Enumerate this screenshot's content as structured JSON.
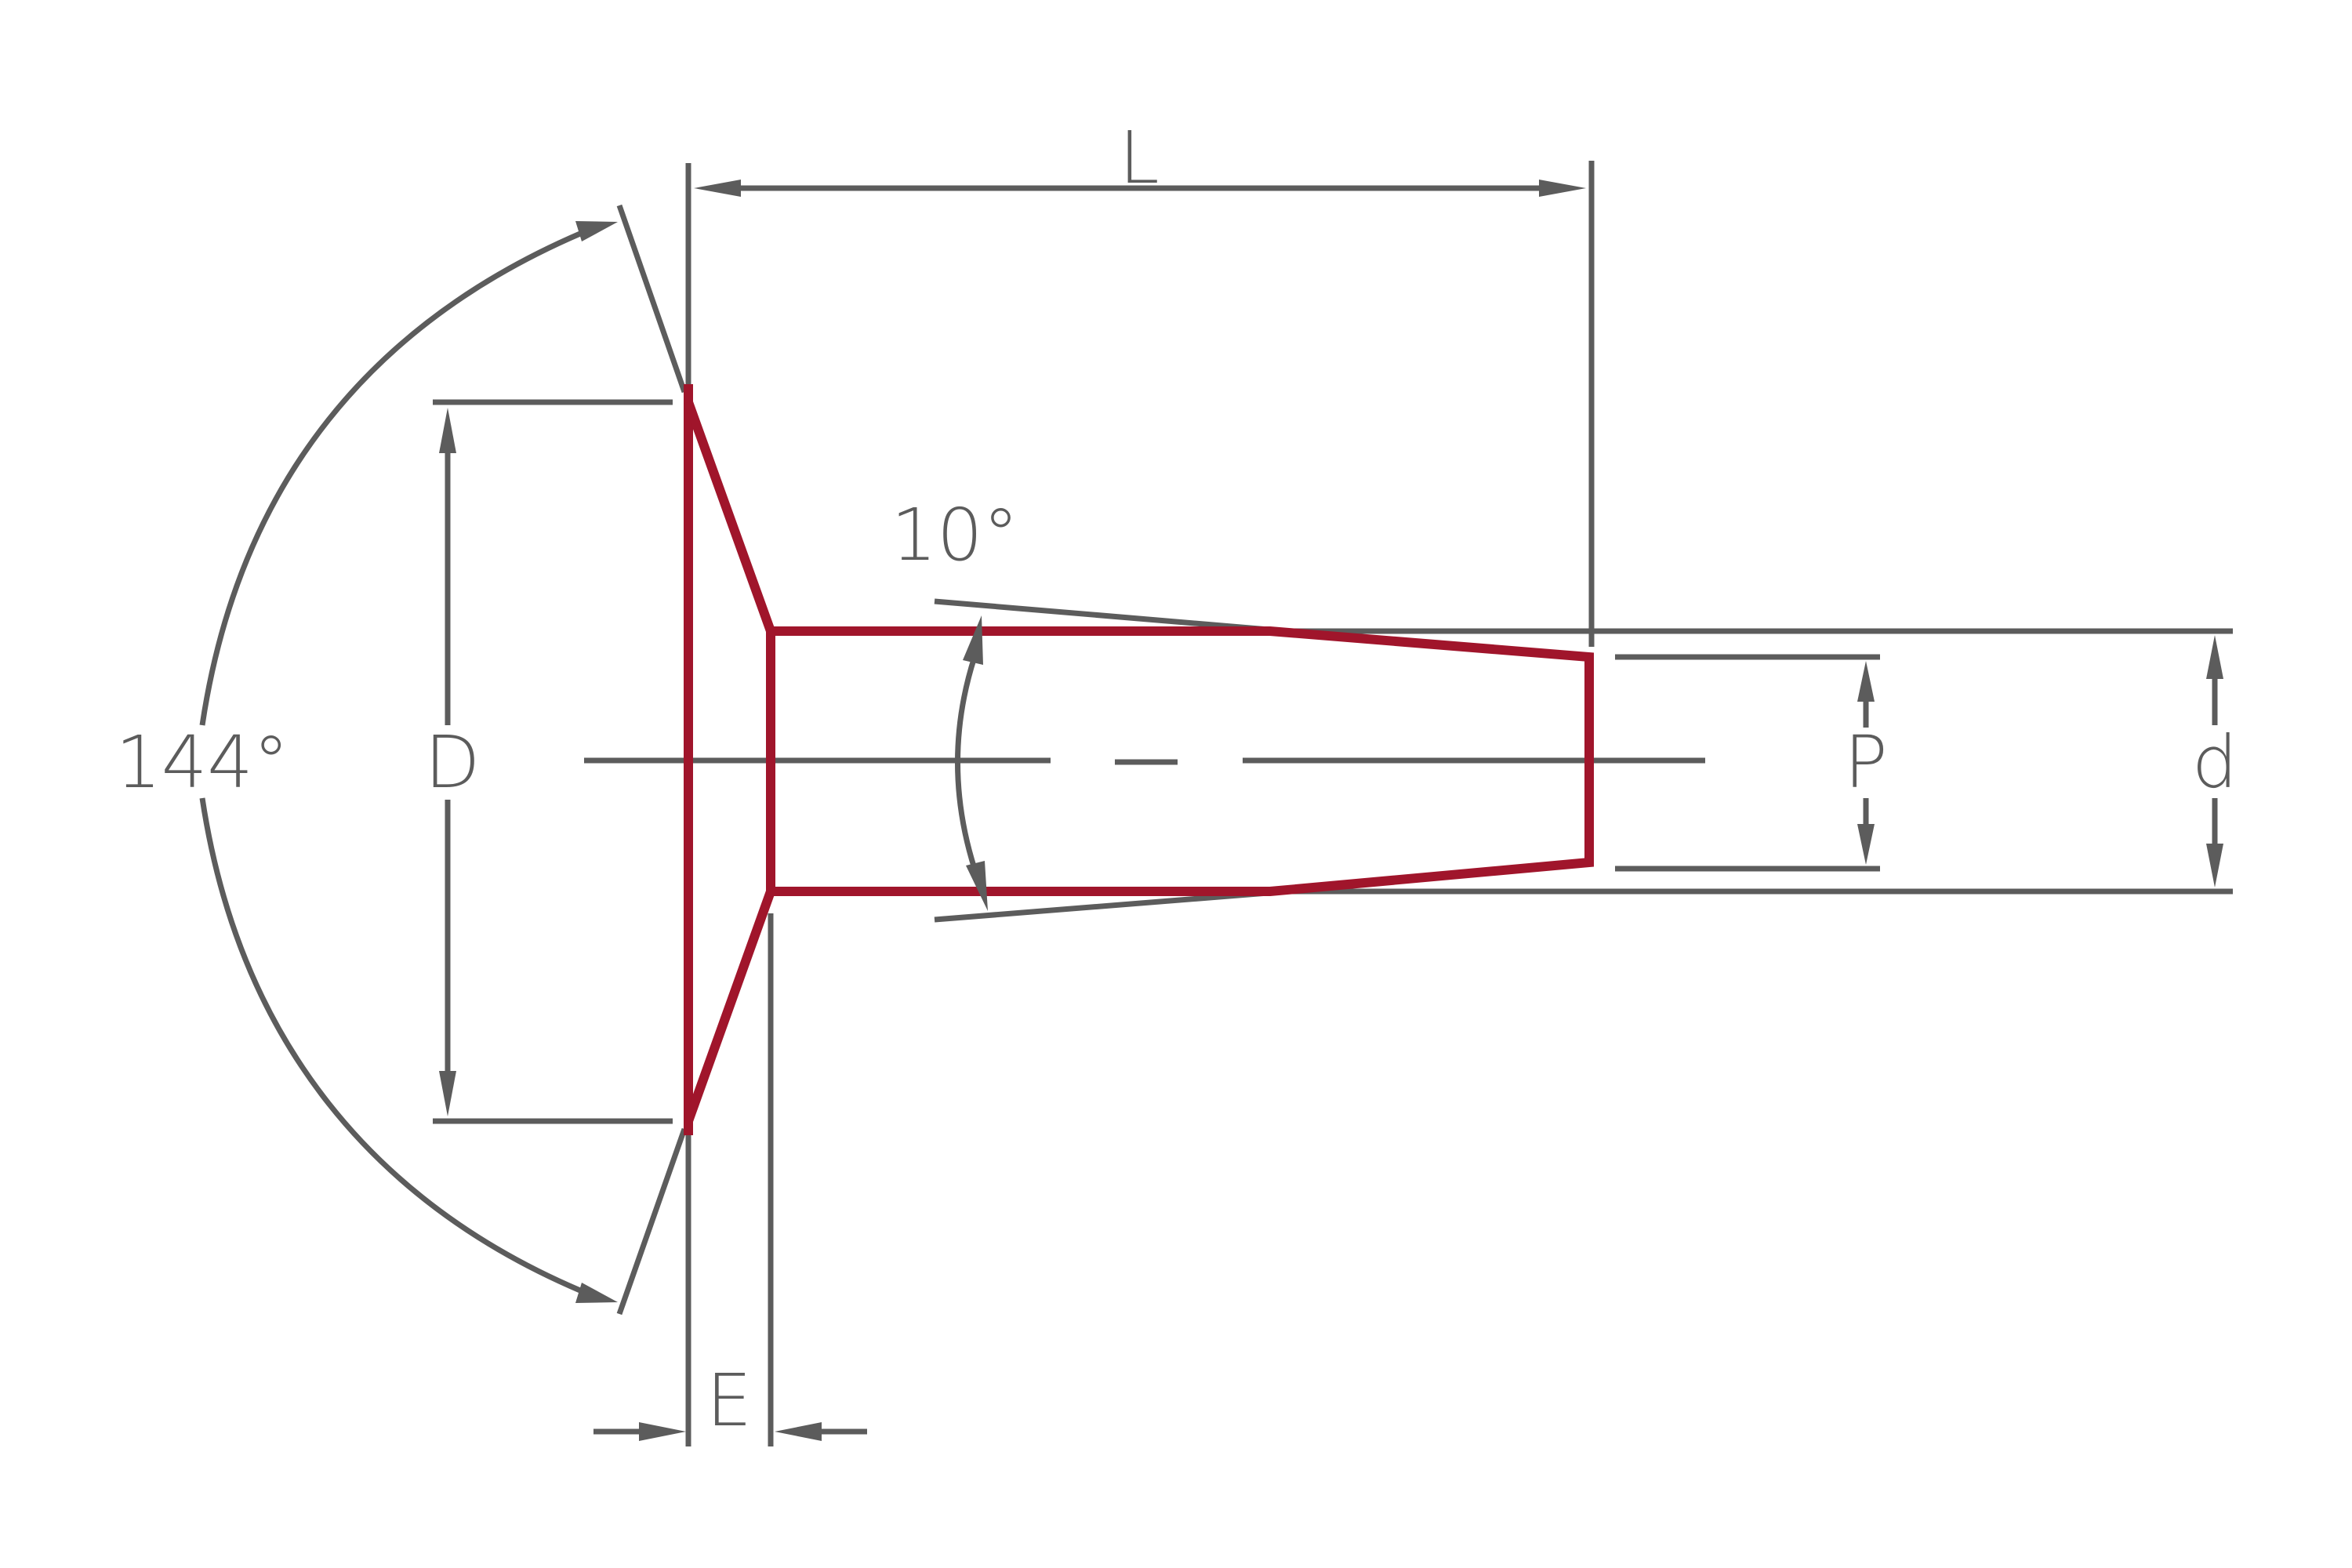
{
  "diagram": {
    "labels": {
      "length": "L",
      "head_diameter": "D",
      "head_angle": "144°",
      "taper_angle": "10°",
      "tip_diameter": "P",
      "shank_diameter": "d",
      "head_height": "E"
    },
    "colors": {
      "outline": "#a0152b",
      "dimension": "#5c5c5c",
      "background": "#ffffff"
    }
  }
}
